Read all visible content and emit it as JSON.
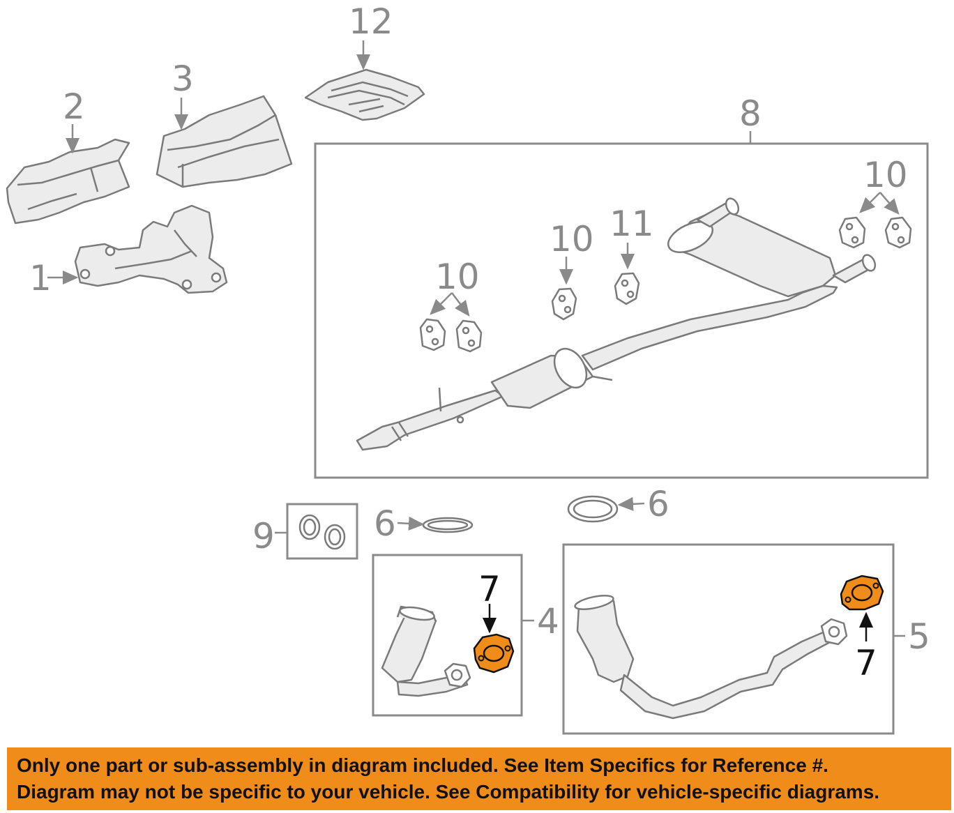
{
  "callouts": {
    "c1": "1",
    "c2": "2",
    "c3": "3",
    "c4": "4",
    "c5": "5",
    "c6a": "6",
    "c6b": "6",
    "c7a": "7",
    "c7b": "7",
    "c8": "8",
    "c9": "9",
    "c10a": "10",
    "c10b": "10",
    "c10c": "10",
    "c11": "11",
    "c12": "12"
  },
  "highlight_color": "#f08c1a",
  "banner": {
    "line1": "Only one part or sub-assembly in diagram included. See Item Specifics for Reference #.",
    "line2": "Diagram may not be specific to your vehicle. See Compatibility for vehicle-specific diagrams."
  }
}
